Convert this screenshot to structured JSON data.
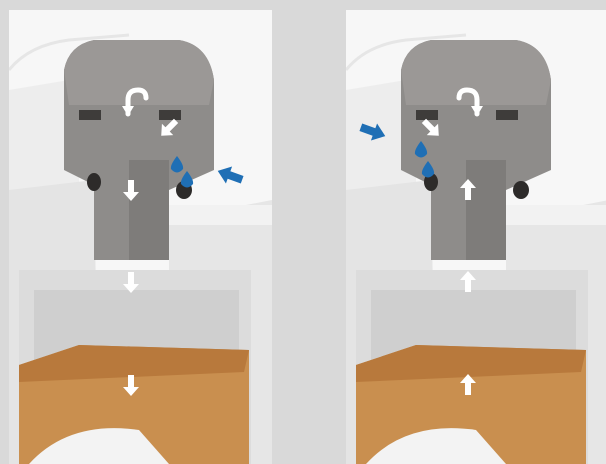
{
  "figure": {
    "panels": [
      {
        "id": "left",
        "flow_direction": "down",
        "water_side": "right",
        "curl_arrow_direction": "right",
        "curl_arrow_angle": 45
      },
      {
        "id": "right",
        "flow_direction": "up",
        "water_side": "left",
        "curl_arrow_direction": "left",
        "curl_arrow_angle": -45
      }
    ],
    "colors": {
      "background": "#d9d9d9",
      "housing_gray": "#8e8c8a",
      "housing_dark": "#6d6b69",
      "white_casing": "#eeeeee",
      "water_blue": "#1f6fb5",
      "sediment_orange": "#c98f4f",
      "arrow_white": "#ffffff"
    },
    "icons": [
      "flow-arrow-icon",
      "water-drop-icon",
      "curl-arrow-icon"
    ]
  }
}
